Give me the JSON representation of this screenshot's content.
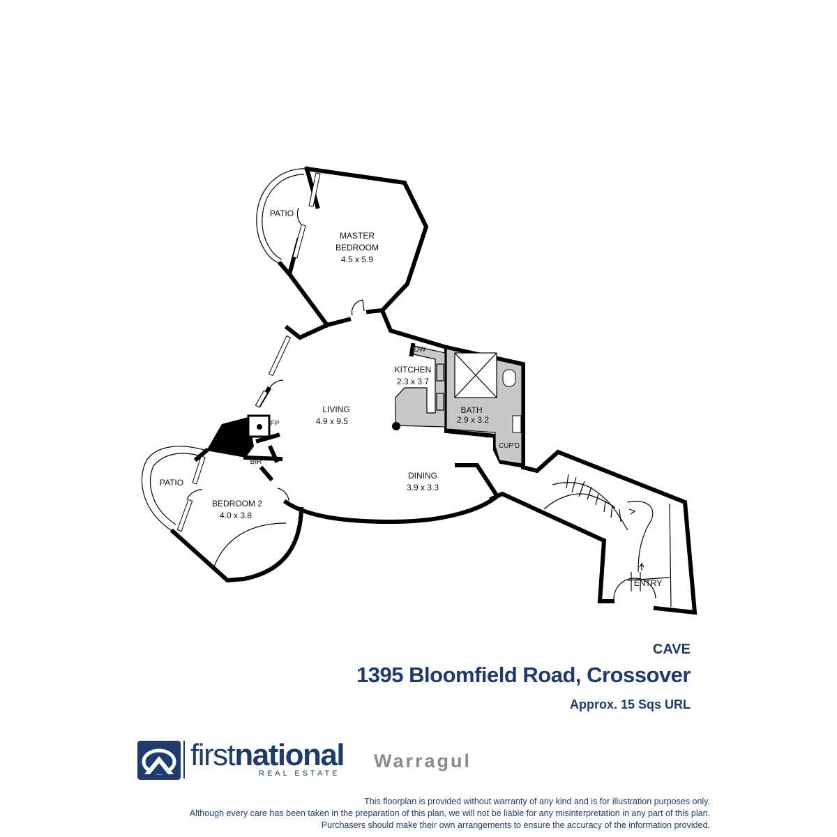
{
  "rooms": {
    "master_bedroom": {
      "name_line1": "MASTER",
      "name_line2": "BEDROOM",
      "size": "4.5 x 5.9"
    },
    "patio_top": {
      "name": "PATIO"
    },
    "kitchen": {
      "name": "KITCHEN",
      "size": "2.3 x 3.7",
      "dw": "DW"
    },
    "bath": {
      "name": "BATH",
      "size": "2.9 x 3.2",
      "cupboard": "CUP'D"
    },
    "living": {
      "name": "LIVING",
      "size": "4.9 x 9.5"
    },
    "fireplace": {
      "name": "FP"
    },
    "bir": {
      "name": "BIR"
    },
    "patio_left": {
      "name": "PATIO"
    },
    "bedroom2": {
      "name": "BEDROOM 2",
      "size": "4.0 x 3.8"
    },
    "dining": {
      "name": "DINING",
      "size": "3.9 x 3.3"
    },
    "entry": {
      "name": "ENTRY"
    }
  },
  "title_block": {
    "subtitle": "CAVE",
    "address": "1395 Bloomfield Road, Crossover",
    "area": "Approx. 15 Sqs  URL"
  },
  "logo": {
    "brand_first": "first",
    "brand_second": "national",
    "brand_sub": "REAL ESTATE",
    "branch": "Warragul",
    "colors": {
      "brand": "#1f3b6e",
      "branch": "#8a8a8a"
    }
  },
  "disclaimer": [
    "This floorplan is provided without warranty of any kind and is for illustration purposes only.",
    "Although every care has been taken in the preparation of this plan, we will not be liable for any misinterpretation in any part of this plan.",
    "Purchasers should make their own arrangements to ensure the accuracy of the information provided."
  ]
}
